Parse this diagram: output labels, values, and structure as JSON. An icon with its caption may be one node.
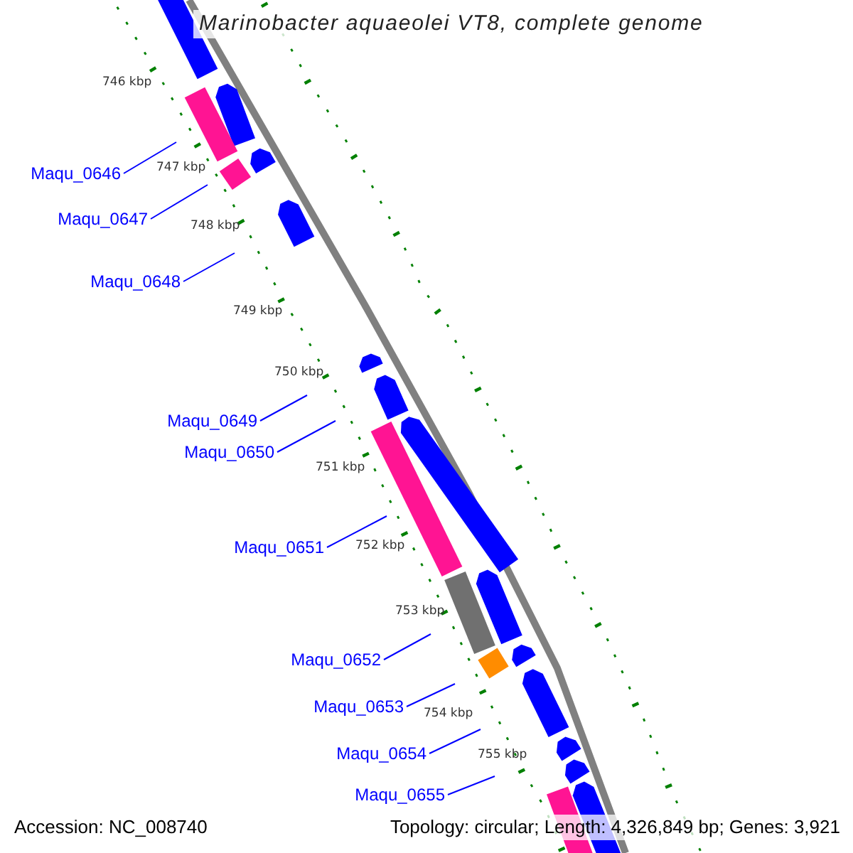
{
  "diagram": {
    "title": "Marinobacter aquaeolei VT8, complete genome",
    "nodes": [
      {
        "text": [
          "Maqu_0646"
        ]
      },
      {
        "text": [
          "Maqu_0647"
        ]
      },
      {
        "text": [
          "Maqu_0648"
        ]
      },
      {
        "text": [
          "Maqu_0649"
        ]
      },
      {
        "text": [
          "Maqu_0650"
        ]
      },
      {
        "text": [
          "Maqu_0651"
        ]
      },
      {
        "text": [
          "Maqu_0652"
        ]
      },
      {
        "text": [
          "Maqu_0653"
        ]
      },
      {
        "text": [
          "Maqu_0654"
        ]
      },
      {
        "text": [
          "Maqu_0655"
        ]
      }
    ],
    "edges": [
      {
        "from": 0,
        "to": null,
        "arrow": "none"
      },
      {
        "from": 1,
        "to": null,
        "arrow": "none"
      },
      {
        "from": 2,
        "to": null,
        "arrow": "none"
      },
      {
        "from": 3,
        "to": null,
        "arrow": "none"
      },
      {
        "from": 4,
        "to": null,
        "arrow": "none"
      },
      {
        "from": 5,
        "to": null,
        "arrow": "none"
      },
      {
        "from": 6,
        "to": null,
        "arrow": "none"
      },
      {
        "from": 7,
        "to": null,
        "arrow": "none"
      },
      {
        "from": 8,
        "to": null,
        "arrow": "none"
      },
      {
        "from": 9,
        "to": null,
        "arrow": "none"
      }
    ],
    "labels": [
      "746 kbp",
      "747 kbp",
      "748 kbp",
      "749 kbp",
      "750 kbp",
      "751 kbp",
      "752 kbp",
      "753 kbp",
      "754 kbp",
      "755 kbp",
      "Accession: NC_008740",
      "Topology: circular; Length: 4,326,849 bp; Genes: 3,921"
    ]
  }
}
